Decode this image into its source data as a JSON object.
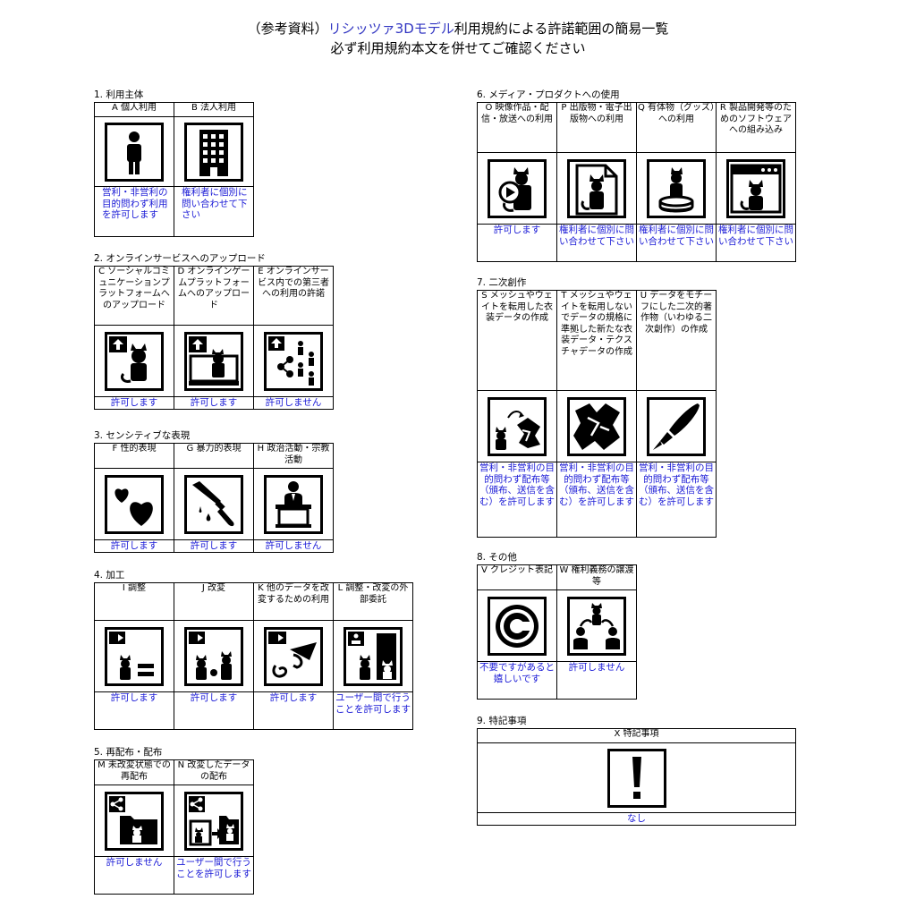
{
  "header": {
    "line1_prefix": "（参考資料）",
    "line1_blue": "リシッツァ3Dモデル",
    "line1_suffix": "利用規約による許諾範囲の簡易一覧",
    "line2": "必ず利用規約本文を併せてご確認ください"
  },
  "sections": {
    "s1": {
      "label": "1. 利用主体",
      "items": [
        {
          "header": "A 個人利用",
          "icon": "person-icon",
          "result": "営利・非営利の目的問わず利用を許可します"
        },
        {
          "header": "B 法人利用",
          "icon": "building-icon",
          "result": "権利者に個別に問い合わせて下さい"
        }
      ]
    },
    "s2": {
      "label": "2. オンラインサービスへのアップロード",
      "items": [
        {
          "header": "C ソーシャルコミュニケーションプラットフォームへのアップロード",
          "icon": "upload-social-icon",
          "result": "許可します"
        },
        {
          "header": "D オンラインゲームプラットフォームへのアップロード",
          "icon": "upload-game-icon",
          "result": "許可します"
        },
        {
          "header": "E オンラインサービス内での第三者への利用の許諾",
          "icon": "share-third-party-icon",
          "result": "許可しません"
        }
      ]
    },
    "s3": {
      "label": "3. センシティブな表現",
      "items": [
        {
          "header": "F 性的表現",
          "icon": "hearts-icon",
          "result": "許可します"
        },
        {
          "header": "G 暴力的表現",
          "icon": "knife-icon",
          "result": "許可します"
        },
        {
          "header": "H 政治活動・宗教活動",
          "icon": "podium-icon",
          "result": "許可しません"
        }
      ]
    },
    "s4": {
      "label": "4. 加工",
      "items": [
        {
          "header": "I 調整",
          "icon": "adjust-icon",
          "result": "許可します"
        },
        {
          "header": "J 改変",
          "icon": "modify-icon",
          "result": "許可します"
        },
        {
          "header": "K 他のデータを改変するための利用",
          "icon": "other-data-icon",
          "result": "許可します"
        },
        {
          "header": "L 調整・改変の外部委託",
          "icon": "outsource-icon",
          "result": "ユーザー間で行うことを許可します"
        }
      ]
    },
    "s5": {
      "label": "5. 再配布・配布",
      "items": [
        {
          "header": "M 未改変状態での再配布",
          "icon": "redistribute-icon",
          "result": "許可しません"
        },
        {
          "header": "N 改変したデータの配布",
          "icon": "distribute-modified-icon",
          "result": "ユーザー間で行うことを許可します"
        }
      ]
    },
    "s6": {
      "label": "6. メディア・プロダクトへの使用",
      "items": [
        {
          "header": "O 映像作品・配信・放送への利用",
          "icon": "video-icon",
          "result": "許可します"
        },
        {
          "header": "P 出版物・電子出版物への利用",
          "icon": "publication-icon",
          "result": "権利者に個別に問い合わせて下さい"
        },
        {
          "header": "Q 有体物（グッズ）への利用",
          "icon": "goods-icon",
          "result": "権利者に個別に問い合わせて下さい"
        },
        {
          "header": "R 製品開発等のためのソフトウェアへの組み込み",
          "icon": "software-icon",
          "result": "権利者に個別に問い合わせて下さい"
        }
      ]
    },
    "s7": {
      "label": "7. 二次創作",
      "items": [
        {
          "header": "S メッシュやウェイトを転用した衣装データの作成",
          "icon": "costume-transfer-icon",
          "result": "営利・非営利の目的問わず配布等（頒布、送信を含む）を許可します"
        },
        {
          "header": "T メッシュやウェイトを転用しないでデータの規格に準拠した新たな衣装データ・テクスチャデータの作成",
          "icon": "new-costume-icon",
          "result": "営利・非営利の目的問わず配布等（頒布、送信を含む）を許可します"
        },
        {
          "header": "U データをモチーフにした二次的著作物（いわゆる二次創作）の作成",
          "icon": "pen-icon",
          "result": "営利・非営利の目的問わず配布等（頒布、送信を含む）を許可します"
        }
      ]
    },
    "s8": {
      "label": "8. その他",
      "items": [
        {
          "header": "V クレジット表記",
          "icon": "copyright-icon",
          "result": "不要ですがあると嬉しいです"
        },
        {
          "header": "W 権利義務の譲渡等",
          "icon": "transfer-rights-icon",
          "result": "許可しません"
        }
      ]
    },
    "s9": {
      "label": "9. 特記事項",
      "items": [
        {
          "header": "X 特記事項",
          "icon": "exclamation-icon",
          "result": "なし"
        }
      ]
    }
  }
}
